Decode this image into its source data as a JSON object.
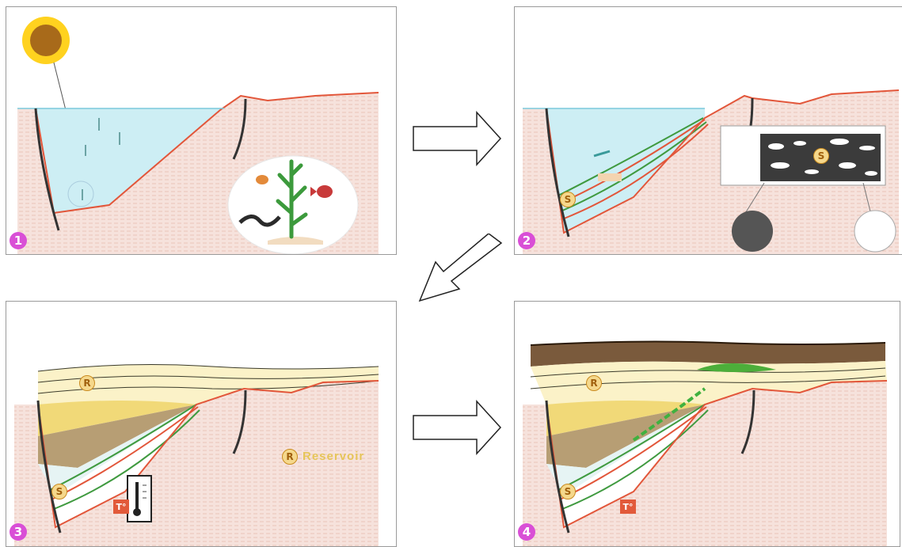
{
  "panels": [
    {
      "step": "1"
    },
    {
      "step": "2",
      "source_label": "S"
    },
    {
      "step": "3",
      "reservoir_label": "R",
      "source_label": "S",
      "temp_label": "T°",
      "legend_symbol": "R",
      "legend_text": "Reservoir"
    },
    {
      "step": "4",
      "reservoir_label": "R",
      "source_label": "S",
      "temp_label": "T°"
    }
  ],
  "colors": {
    "water": "#cdeef4",
    "rock": "#f6e2dc",
    "seabed_line": "#e2563a",
    "fault": "#333333",
    "reservoir_light": "#fbf2c8",
    "reservoir_yellow": "#f1d978",
    "shale": "#b79e74",
    "source_green": "#3f9a3f",
    "cap_rock": "#7a5a3c",
    "badge": "#d94fd6"
  }
}
